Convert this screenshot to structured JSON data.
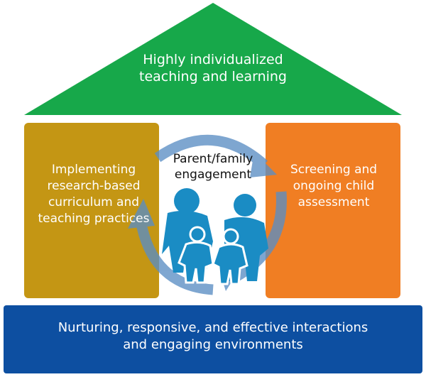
{
  "roof": {
    "line1": "Highly individualized",
    "line2": "teaching and learning",
    "color": "#17a84a"
  },
  "left_pillar": {
    "line1": "Implementing",
    "line2": "research-based",
    "line3": "curriculum and",
    "line4": "teaching practices",
    "color": "#c49614"
  },
  "center": {
    "line1": "Parent/family",
    "line2": "engagement",
    "icon": "family-icon"
  },
  "right_pillar": {
    "line1": "Screening and",
    "line2": "ongoing child",
    "line3": "assessment",
    "color": "#f07e23"
  },
  "base": {
    "line1": "Nurturing, responsive, and effective interactions",
    "line2": "and engaging environments",
    "color": "#0d4fa1"
  },
  "accent_colors": {
    "family": "#1a8cc4",
    "cycle_arrows": "#5b8ec4"
  }
}
